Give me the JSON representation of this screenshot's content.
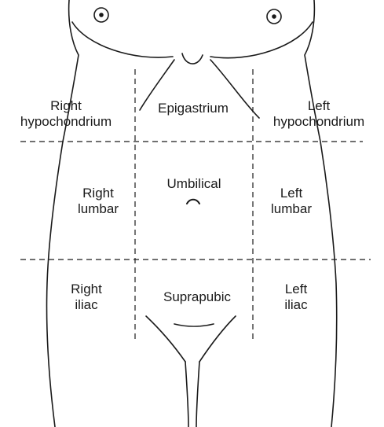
{
  "regions": {
    "right_hypochondrium": [
      "Right",
      "hypochondrium"
    ],
    "epigastrium": [
      "Epigastrium"
    ],
    "left_hypochondrium": [
      "Left",
      "hypochondrium"
    ],
    "right_lumbar": [
      "Right",
      "lumbar"
    ],
    "umbilical": [
      "Umbilical"
    ],
    "left_lumbar": [
      "Left",
      "lumbar"
    ],
    "right_iliac": [
      "Right",
      "iliac"
    ],
    "suprapubic": [
      "Suprapubic"
    ],
    "left_iliac": [
      "Left",
      "iliac"
    ]
  },
  "colors": {
    "ink": "#1a1a1a",
    "background": "#ffffff"
  }
}
